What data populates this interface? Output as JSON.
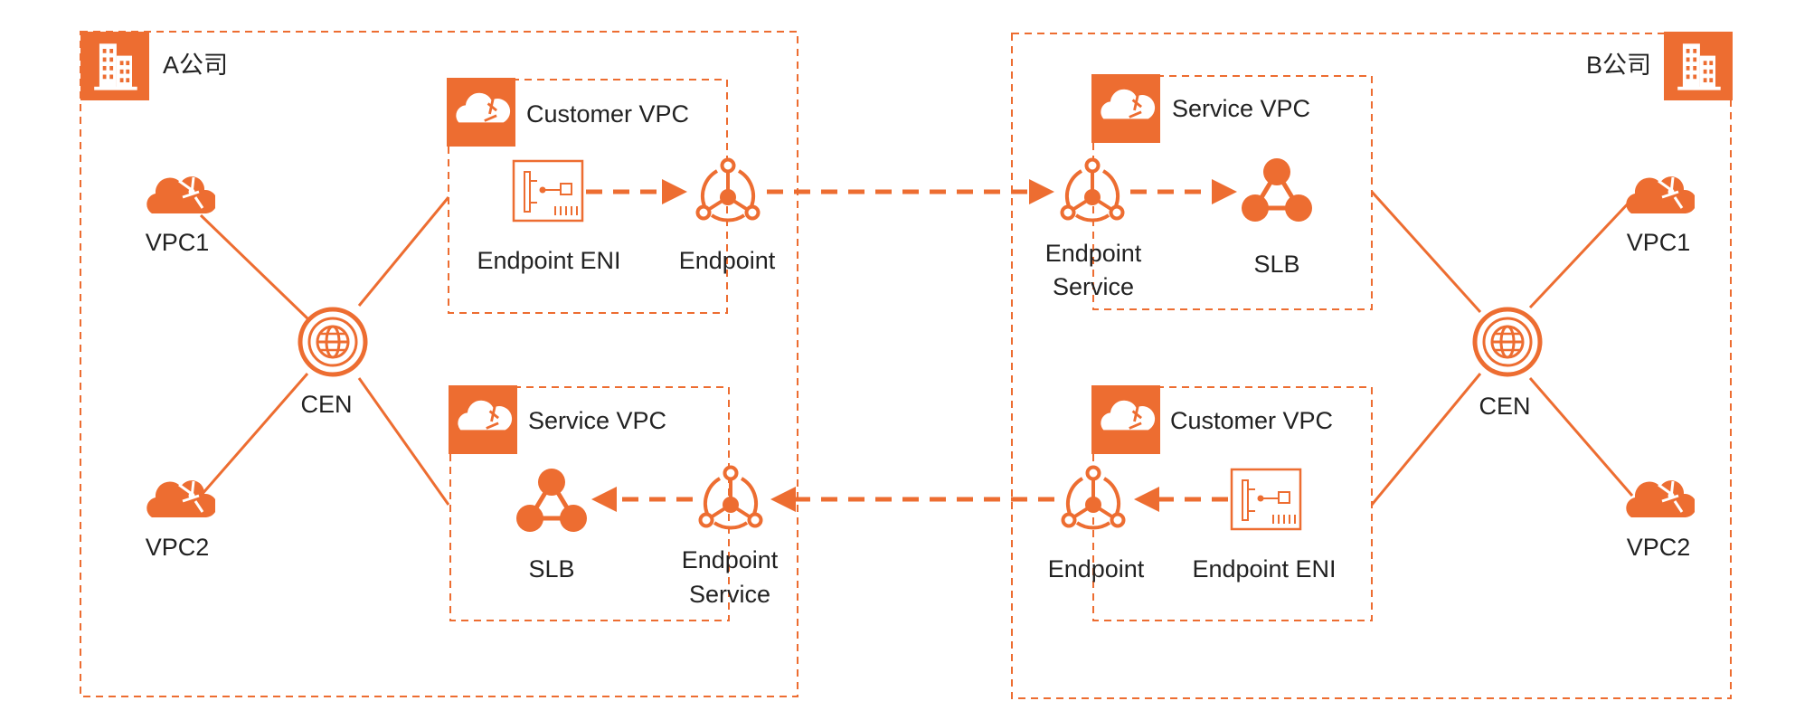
{
  "colors": {
    "accent": "#ed6d31",
    "text": "#222222",
    "background": "#ffffff"
  },
  "company_a": {
    "label": "A公司",
    "icon": "building-icon",
    "cen": {
      "label": "CEN",
      "icon": "globe-icon"
    },
    "vpc1": {
      "label": "VPC1",
      "icon": "cloud-icon"
    },
    "vpc2": {
      "label": "VPC2",
      "icon": "cloud-icon"
    },
    "customer_vpc": {
      "title": "Customer VPC",
      "eni_label": "Endpoint ENI",
      "endpoint_label": "Endpoint"
    },
    "service_vpc": {
      "title": "Service VPC",
      "slb_label": "SLB",
      "endpoint_service_line1": "Endpoint",
      "endpoint_service_line2": "Service"
    }
  },
  "company_b": {
    "label": "B公司",
    "icon": "building-icon",
    "cen": {
      "label": "CEN",
      "icon": "globe-icon"
    },
    "vpc1": {
      "label": "VPC1",
      "icon": "cloud-icon"
    },
    "vpc2": {
      "label": "VPC2",
      "icon": "cloud-icon"
    },
    "service_vpc": {
      "title": "Service VPC",
      "slb_label": "SLB",
      "endpoint_service_line1": "Endpoint",
      "endpoint_service_line2": "Service"
    },
    "customer_vpc": {
      "title": "Customer VPC",
      "eni_label": "Endpoint ENI",
      "endpoint_label": "Endpoint"
    }
  }
}
